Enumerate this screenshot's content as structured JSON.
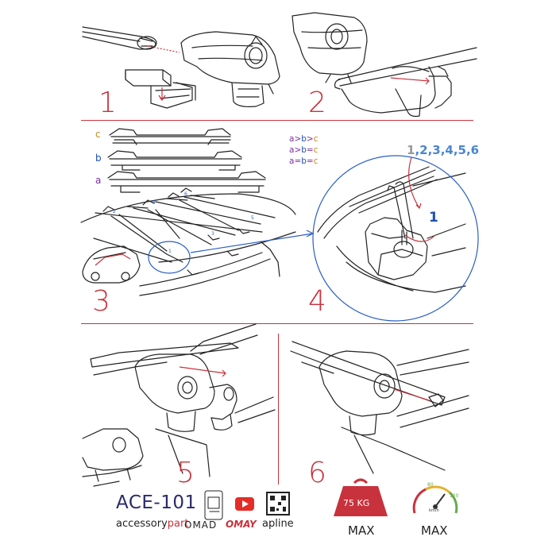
{
  "steps": [
    "1",
    "2",
    "3",
    "4",
    "5",
    "6"
  ],
  "bar_labels": {
    "c": "c",
    "b": "b",
    "a": "a"
  },
  "colors": {
    "red": "#c8323c",
    "blue": "#2a5fc4",
    "orange": "#c98a10",
    "purple": "#7b2fa0",
    "darkblue": "#1e4fb0",
    "green": "#6aa84f"
  },
  "equations": [
    {
      "a": "a",
      "op1": ">",
      "b": "b",
      "op2": ">",
      "c": "c"
    },
    {
      "a": "a",
      "op1": ">",
      "b": "b",
      "op2": "=",
      "c": "c"
    },
    {
      "a": "a",
      "op1": "=",
      "b": "b",
      "op2": "=",
      "c": "c"
    }
  ],
  "position_numbers": [
    "1",
    "2",
    "3",
    "4",
    "5",
    "6"
  ],
  "tightening_order": {
    "first": "1",
    "rest": ",2,3,4,5,6"
  },
  "callout_number": "1",
  "footer": {
    "model": "ACE-101",
    "brand_prefix": "accessory",
    "brand_suffix": "part",
    "logos": [
      "OMAD",
      "OMAY",
      "apline"
    ],
    "weight_value": "75 KG",
    "weight_max": "MAX",
    "speed_unit": "km/h",
    "speed_max": "MAX",
    "gauge_ticks": [
      "80",
      "120"
    ]
  }
}
